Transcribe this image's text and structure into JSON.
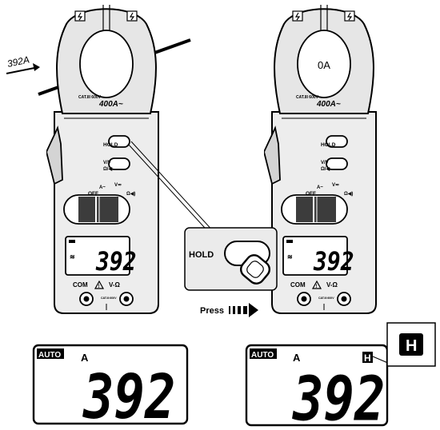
{
  "current_label": "392A",
  "meter_left": {
    "jaw_reading": "",
    "cat_rating": "CAT.III 600V~",
    "range_label": "400A~",
    "hold_label": "HOLD",
    "mode_label_top": "V/V",
    "mode_label_bottom": "Ω/◀",
    "dial_off": "OFF",
    "dial_a": "A~",
    "dial_v": "V≂",
    "dial_ohm": "Ω◀)",
    "lcd_value": "392",
    "com_label": "COM",
    "v_label": "V-Ω",
    "jack_rating": "CAT.III 600V"
  },
  "meter_right": {
    "jaw_reading": "0A",
    "cat_rating": "CAT.III 600V~",
    "range_label": "400A~",
    "hold_label": "HOLD",
    "mode_label_top": "V/V",
    "mode_label_bottom": "Ω/◀",
    "dial_off": "OFF",
    "dial_a": "A~",
    "dial_v": "V≂",
    "dial_ohm": "Ω◀)",
    "lcd_value": "392",
    "com_label": "COM",
    "v_label": "V-Ω",
    "jack_rating": "CAT.III 600V"
  },
  "callout": {
    "hold_label": "HOLD"
  },
  "instruction": {
    "press_label": "Press"
  },
  "display_left": {
    "auto_label": "AUTO",
    "unit_label": "A",
    "value": "392"
  },
  "display_right": {
    "auto_label": "AUTO",
    "unit_label": "A",
    "hold_indicator": "H",
    "value": "392"
  },
  "hold_badge": {
    "label": "H"
  }
}
